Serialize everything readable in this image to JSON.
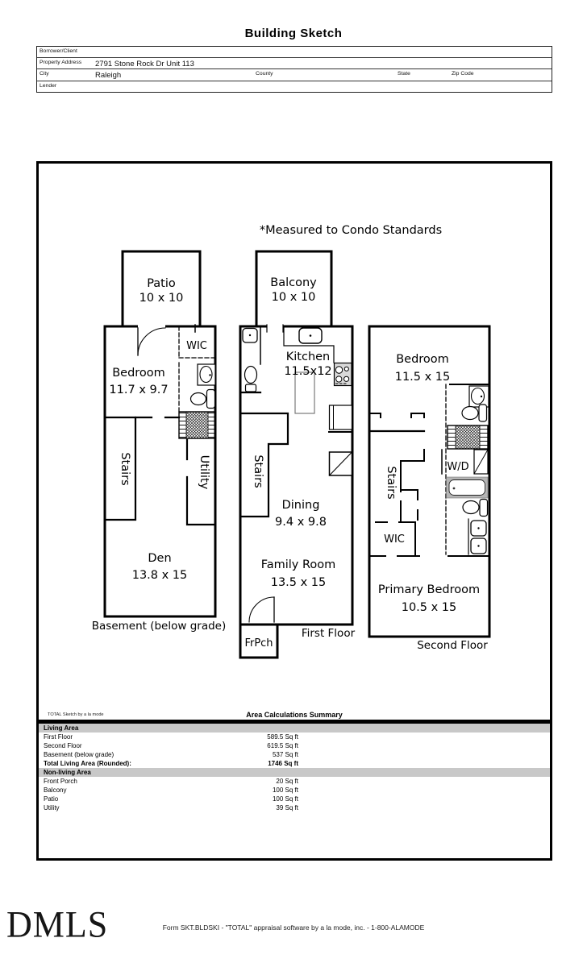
{
  "header": {
    "title": "Building Sketch"
  },
  "form": {
    "borrower_label": "Borrower/Client",
    "property_address_label": "Property Address",
    "property_address_value": "2791 Stone Rock Dr Unit 113",
    "city_label": "City",
    "city_value": "Raleigh",
    "county_label": "County",
    "state_label": "State",
    "zip_label": "Zip Code",
    "lender_label": "Lender"
  },
  "sketch": {
    "note": "*Measured to Condo Standards",
    "patio": {
      "name": "Patio",
      "dims": "10 x 10"
    },
    "balcony": {
      "name": "Balcony",
      "dims": "10 x 10"
    },
    "basement": {
      "bedroom_name": "Bedroom",
      "bedroom_dims": "11.7 x 9.7",
      "wic": "WIC",
      "stairs": "Stairs",
      "utility": "Utility",
      "den_name": "Den",
      "den_dims": "13.8 x 15",
      "caption": "Basement (below grade)"
    },
    "first_floor": {
      "kitchen_name": "Kitchen",
      "kitchen_dims": "11.5x12",
      "stairs": "Stairs",
      "dining_name": "Dining",
      "dining_dims": "9.4 x 9.8",
      "family_name": "Family Room",
      "family_dims": "13.5 x 15",
      "porch": "FrPch",
      "caption": "First Floor"
    },
    "second_floor": {
      "bedroom_name": "Bedroom",
      "bedroom_dims": "11.5 x 15",
      "wd": "W/D",
      "stairs": "Stairs",
      "wic": "WIC",
      "primary_name": "Primary Bedroom",
      "primary_dims": "10.5 x 15",
      "caption": "Second Floor"
    }
  },
  "area_summary": {
    "brand": "TOTAL Sketch by a la mode",
    "title": "Area Calculations Summary",
    "living_header": "Living Area",
    "living_rows": [
      {
        "label": "First Floor",
        "value": "589.5 Sq ft"
      },
      {
        "label": "Second Floor",
        "value": "619.5 Sq ft"
      },
      {
        "label": "Basement (below grade)",
        "value": "537 Sq ft"
      }
    ],
    "total_label": "Total Living Area (Rounded):",
    "total_value": "1746 Sq ft",
    "nonliving_header": "Non-living Area",
    "nonliving_rows": [
      {
        "label": "Front Porch",
        "value": "20 Sq ft"
      },
      {
        "label": "Balcony",
        "value": "100 Sq ft"
      },
      {
        "label": "Patio",
        "value": "100 Sq ft"
      },
      {
        "label": "Utility",
        "value": "39 Sq ft"
      }
    ]
  },
  "footer": {
    "logo": "DMLS",
    "form_text": "Form SKT.BLDSKI - \"TOTAL\" appraisal software by a la mode, inc. - 1-800-ALAMODE"
  },
  "colors": {
    "wall": "#000000",
    "summary_band": "#c8c8c8",
    "fixture_gray": "#d9d9d9"
  }
}
